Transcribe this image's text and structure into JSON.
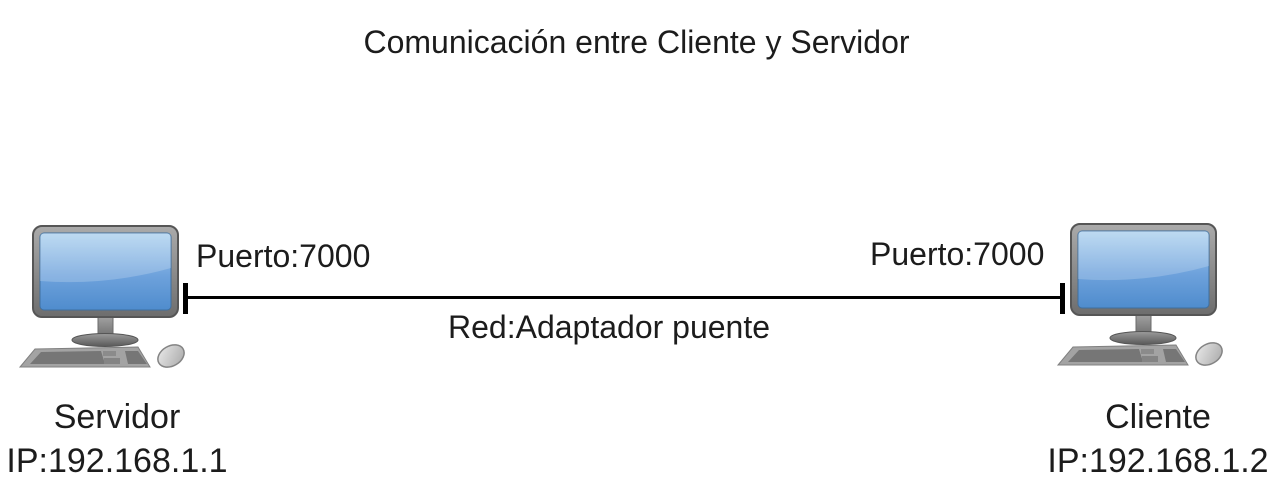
{
  "title": "Comunicación entre Cliente y Servidor",
  "nodes": {
    "server": {
      "label": "Servidor",
      "ip": "IP:192.168.1.1",
      "port_label": "Puerto:7000",
      "icon": "desktop-computer-icon"
    },
    "client": {
      "label": "Cliente",
      "ip": "IP:192.168.1.2",
      "port_label": "Puerto:7000",
      "icon": "desktop-computer-icon"
    }
  },
  "link": {
    "label": "Red:Adaptador puente",
    "style": "solid line with bar end caps"
  },
  "colors": {
    "background": "#ffffff",
    "text": "#1c1c1c",
    "link_line": "#000000",
    "monitor_frame": "#8c8c8c",
    "screen_top": "#aed2ef",
    "screen_bottom": "#4f8ccd",
    "hardware_gray": "#9e9e9e"
  }
}
